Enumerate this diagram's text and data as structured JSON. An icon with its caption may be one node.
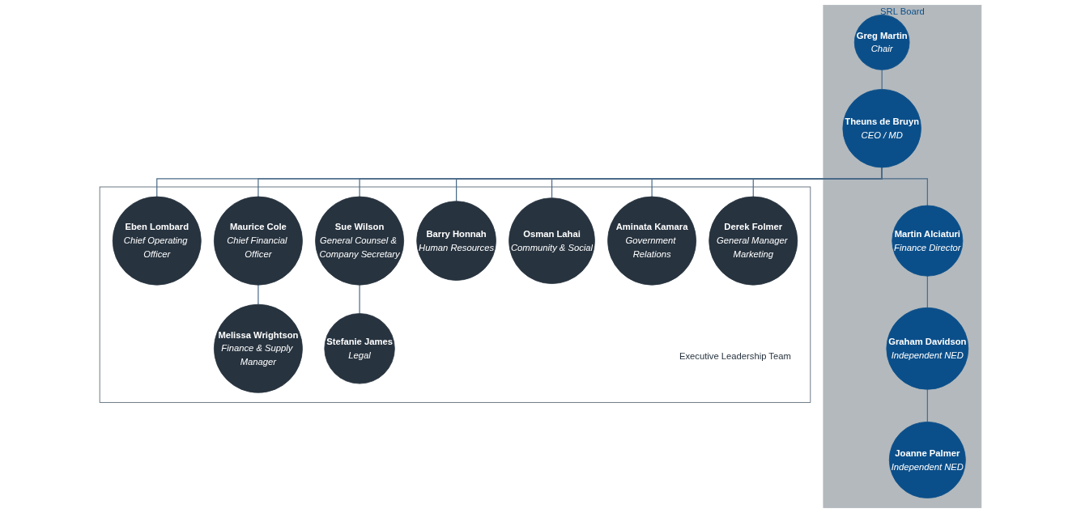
{
  "diagram": {
    "nodes": [
      {
        "text": [
          "SRL Board"
        ]
      },
      {
        "text": [
          "Greg Martin",
          "Chair"
        ],
        "in": 0
      },
      {
        "text": [
          "Theuns de Bruyn",
          "CEO / MD"
        ],
        "in": 0
      },
      {
        "text": [
          "Martin Alciaturi",
          "Finance Director"
        ],
        "in": 0
      },
      {
        "text": [
          "Graham Davidson",
          "Independent NED"
        ],
        "in": 0
      },
      {
        "text": [
          "Joanne Palmer",
          "Independent NED"
        ],
        "in": 0
      },
      {
        "text": [
          "Executive Leadership Team"
        ]
      },
      {
        "text": [
          "Eben Lombard",
          "Chief Operating Officer"
        ],
        "in": 6
      },
      {
        "text": [
          "Maurice Cole",
          "Chief Financial Officer"
        ],
        "in": 6
      },
      {
        "text": [
          "Sue Wilson",
          "General Counsel & Company Secretary"
        ],
        "in": 6
      },
      {
        "text": [
          "Barry Honnah",
          "Human Resources"
        ],
        "in": 6
      },
      {
        "text": [
          "Osman Lahai",
          "Community & Social"
        ],
        "in": 6
      },
      {
        "text": [
          "Aminata Kamara",
          "Government Relations"
        ],
        "in": 6
      },
      {
        "text": [
          "Derek Folmer",
          "General Manager Marketing"
        ],
        "in": 6
      },
      {
        "text": [
          "Melissa Wrightson",
          "Finance & Supply Manager"
        ],
        "in": 6
      },
      {
        "text": [
          "Stefanie James",
          "Legal"
        ],
        "in": 6
      }
    ],
    "edges": [
      {
        "from": 1,
        "to": 2,
        "arrow": "none"
      },
      {
        "from": 2,
        "to": 3,
        "arrow": "none"
      },
      {
        "from": 3,
        "to": 4,
        "arrow": "none"
      },
      {
        "from": 4,
        "to": 5,
        "arrow": "none"
      },
      {
        "from": 2,
        "to": 7,
        "arrow": "none"
      },
      {
        "from": 2,
        "to": 8,
        "arrow": "none"
      },
      {
        "from": 2,
        "to": 9,
        "arrow": "none"
      },
      {
        "from": 2,
        "to": 10,
        "arrow": "none"
      },
      {
        "from": 2,
        "to": 11,
        "arrow": "none"
      },
      {
        "from": 2,
        "to": 12,
        "arrow": "none"
      },
      {
        "from": 2,
        "to": 13,
        "arrow": "none"
      },
      {
        "from": 8,
        "to": 14,
        "arrow": "none"
      },
      {
        "from": 9,
        "to": 15,
        "arrow": "none"
      }
    ]
  }
}
